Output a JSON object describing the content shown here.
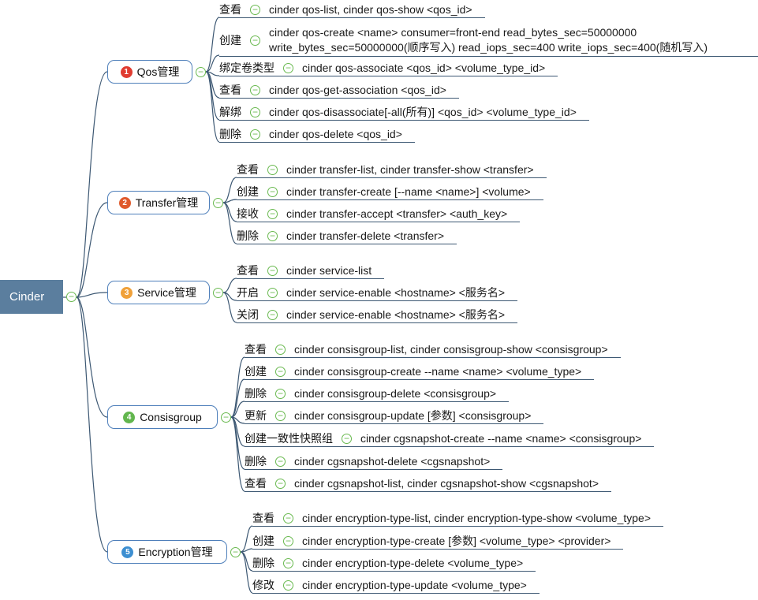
{
  "root": {
    "label": "Cinder"
  },
  "icons": {
    "collapse": "−"
  },
  "colors": {
    "root_bg": "#5b7e9e",
    "branch_border": "#4e7fba",
    "line": "#3d5873",
    "collapse_green": "#69b94f",
    "badge_1": "#e03c31",
    "badge_2": "#e0592b",
    "badge_3": "#f0a13a",
    "badge_4": "#62b64e",
    "badge_5": "#3d8fd1"
  },
  "branches": [
    {
      "badge": "1",
      "label": "Qos管理",
      "items": [
        {
          "label": "查看",
          "command": "cinder qos-list,  cinder qos-show <qos_id>"
        },
        {
          "label": "创建",
          "command": "cinder qos-create <name> consumer=front-end read_bytes_sec=50000000 write_bytes_sec=50000000(顺序写入) read_iops_sec=400 write_iops_sec=400(随机写入)"
        },
        {
          "label": "绑定卷类型",
          "command": "cinder qos-associate <qos_id> <volume_type_id>"
        },
        {
          "label": "查看",
          "command": "cinder qos-get-association <qos_id>"
        },
        {
          "label": "解绑",
          "command": "cinder qos-disassociate[-all(所有)] <qos_id> <volume_type_id>"
        },
        {
          "label": "删除",
          "command": "cinder qos-delete <qos_id>"
        }
      ]
    },
    {
      "badge": "2",
      "label": "Transfer管理",
      "items": [
        {
          "label": "查看",
          "command": "cinder transfer-list,  cinder transfer-show <transfer>"
        },
        {
          "label": "创建",
          "command": "cinder transfer-create [--name <name>] <volume>"
        },
        {
          "label": "接收",
          "command": "cinder transfer-accept <transfer> <auth_key>"
        },
        {
          "label": "删除",
          "command": "cinder transfer-delete <transfer>"
        }
      ]
    },
    {
      "badge": "3",
      "label": "Service管理",
      "items": [
        {
          "label": "查看",
          "command": "cinder service-list"
        },
        {
          "label": "开启",
          "command": "cinder service-enable <hostname> <服务名>"
        },
        {
          "label": "关闭",
          "command": "cinder service-enable <hostname> <服务名>"
        }
      ]
    },
    {
      "badge": "4",
      "label": "Consisgroup",
      "items": [
        {
          "label": "查看",
          "command": "cinder consisgroup-list,  cinder consisgroup-show <consisgroup>"
        },
        {
          "label": "创建",
          "command": "cinder consisgroup-create --name <name> <volume_type>"
        },
        {
          "label": "删除",
          "command": "cinder consisgroup-delete <consisgroup>"
        },
        {
          "label": "更新",
          "command": "cinder consisgroup-update [参数] <consisgroup>"
        },
        {
          "label": "创建一致性快照组",
          "command": "cinder cgsnapshot-create --name <name> <consisgroup>"
        },
        {
          "label": "删除",
          "command": "cinder cgsnapshot-delete <cgsnapshot>"
        },
        {
          "label": "查看",
          "command": "cinder cgsnapshot-list,  cinder cgsnapshot-show <cgsnapshot>"
        }
      ]
    },
    {
      "badge": "5",
      "label": "Encryption管理",
      "items": [
        {
          "label": "查看",
          "command": "cinder encryption-type-list,  cinder encryption-type-show <volume_type>"
        },
        {
          "label": "创建",
          "command": "cinder encryption-type-create [参数] <volume_type> <provider>"
        },
        {
          "label": "删除",
          "command": "cinder encryption-type-delete <volume_type>"
        },
        {
          "label": "修改",
          "command": "cinder encryption-type-update <volume_type>"
        }
      ]
    }
  ]
}
